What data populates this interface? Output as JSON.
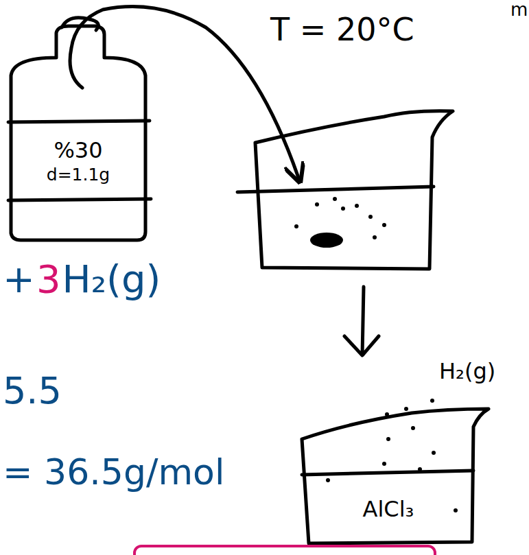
{
  "diagram": {
    "nodes": [
      {
        "text": [
          "%30",
          "d=1.1g"
        ]
      },
      {
        "text": [
          "AlCl₃"
        ]
      }
    ],
    "labels": [
      "T = 20°C",
      "m",
      "+",
      "3",
      "H₂(g)",
      "5.5",
      "= 36.5g/mol",
      "H₂(g)"
    ]
  }
}
